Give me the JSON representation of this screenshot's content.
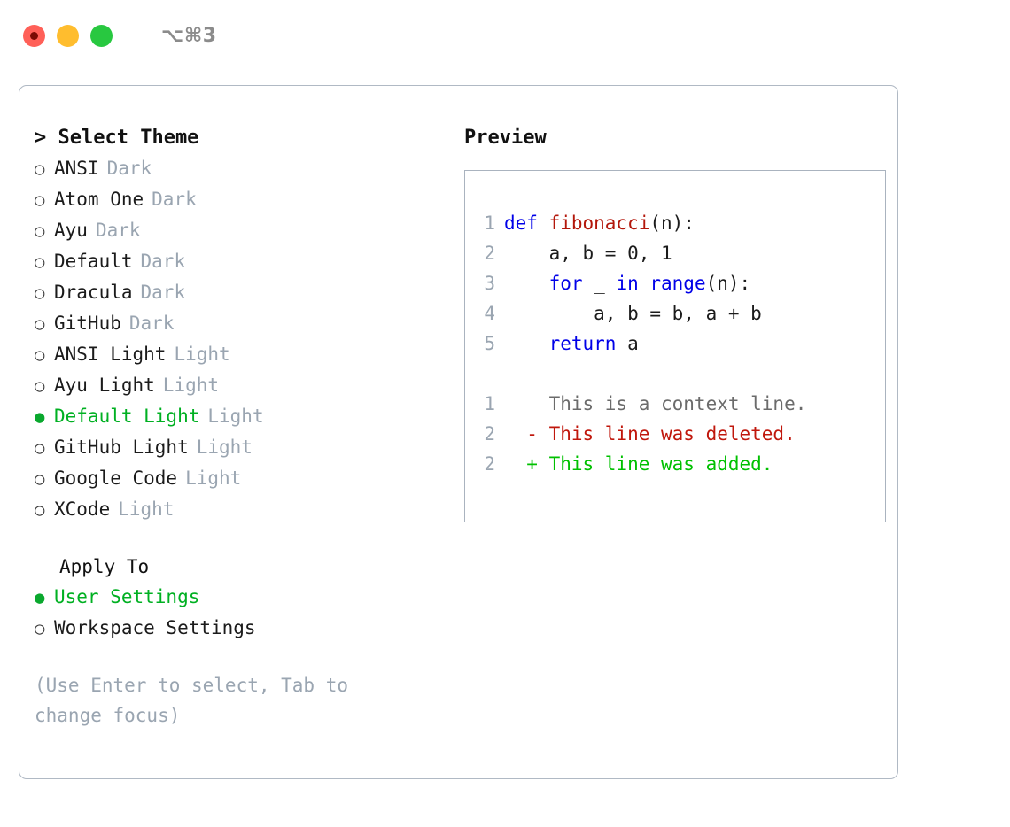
{
  "titlebar": {
    "lights": [
      {
        "name": "close-button",
        "color": "#ff6058"
      },
      {
        "name": "minimize-button",
        "color": "#ffbd2e"
      },
      {
        "name": "maximize-button",
        "color": "#28c840"
      }
    ],
    "shortcut": "⌥⌘3"
  },
  "theme_panel": {
    "heading": "> Select Theme",
    "items": [
      {
        "bullet": "○",
        "label": "ANSI",
        "tag": "Dark",
        "selected": false
      },
      {
        "bullet": "○",
        "label": "Atom One",
        "tag": "Dark",
        "selected": false
      },
      {
        "bullet": "○",
        "label": "Ayu",
        "tag": "Dark",
        "selected": false
      },
      {
        "bullet": "○",
        "label": "Default",
        "tag": "Dark",
        "selected": false
      },
      {
        "bullet": "○",
        "label": "Dracula",
        "tag": "Dark",
        "selected": false
      },
      {
        "bullet": "○",
        "label": "GitHub",
        "tag": "Dark",
        "selected": false
      },
      {
        "bullet": "○",
        "label": "ANSI Light",
        "tag": "Light",
        "selected": false
      },
      {
        "bullet": "○",
        "label": "Ayu Light",
        "tag": "Light",
        "selected": false
      },
      {
        "bullet": "●",
        "label": "Default Light",
        "tag": "Light",
        "selected": true
      },
      {
        "bullet": "○",
        "label": "GitHub Light",
        "tag": "Light",
        "selected": false
      },
      {
        "bullet": "○",
        "label": "Google Code",
        "tag": "Light",
        "selected": false
      },
      {
        "bullet": "○",
        "label": "XCode",
        "tag": "Light",
        "selected": false
      }
    ]
  },
  "apply_to": {
    "heading": "Apply To",
    "items": [
      {
        "bullet": "●",
        "label": "User Settings",
        "selected": true
      },
      {
        "bullet": "○",
        "label": "Workspace Settings",
        "selected": false
      }
    ]
  },
  "hint": "(Use Enter to select, Tab to change focus)",
  "preview": {
    "title": "Preview",
    "code_lines": [
      {
        "no": "1",
        "segments": [
          {
            "text": "def ",
            "style": "kw"
          },
          {
            "text": "fibonacci",
            "style": "fn"
          },
          {
            "text": "(n):",
            "style": "plain"
          }
        ]
      },
      {
        "no": "2",
        "segments": [
          {
            "text": "    a, b = 0, 1",
            "style": "plain"
          }
        ]
      },
      {
        "no": "3",
        "segments": [
          {
            "text": "    ",
            "style": "plain"
          },
          {
            "text": "for",
            "style": "kw"
          },
          {
            "text": " _ ",
            "style": "plain"
          },
          {
            "text": "in range",
            "style": "kw"
          },
          {
            "text": "(n):",
            "style": "plain"
          }
        ]
      },
      {
        "no": "4",
        "segments": [
          {
            "text": "        a, b = b, a + b",
            "style": "plain"
          }
        ]
      },
      {
        "no": "5",
        "segments": [
          {
            "text": "    ",
            "style": "plain"
          },
          {
            "text": "return",
            "style": "kw"
          },
          {
            "text": " a",
            "style": "plain"
          }
        ]
      }
    ],
    "diff_lines": [
      {
        "no": "1",
        "marker": "  ",
        "text": "This is a context line.",
        "style": "diff-ctx"
      },
      {
        "no": "2",
        "marker": "- ",
        "text": "This line was deleted.",
        "style": "diff-del"
      },
      {
        "no": "2",
        "marker": "+ ",
        "text": "This line was added.",
        "style": "diff-add"
      }
    ]
  },
  "colors": {
    "accent_green": "#00b022",
    "keyword_blue": "#0000e8",
    "function_red": "#b3170b",
    "diff_delete": "#c0170c",
    "diff_add": "#00c000",
    "muted_gray": "#9aa5b1",
    "border": "#b0b9c4"
  }
}
